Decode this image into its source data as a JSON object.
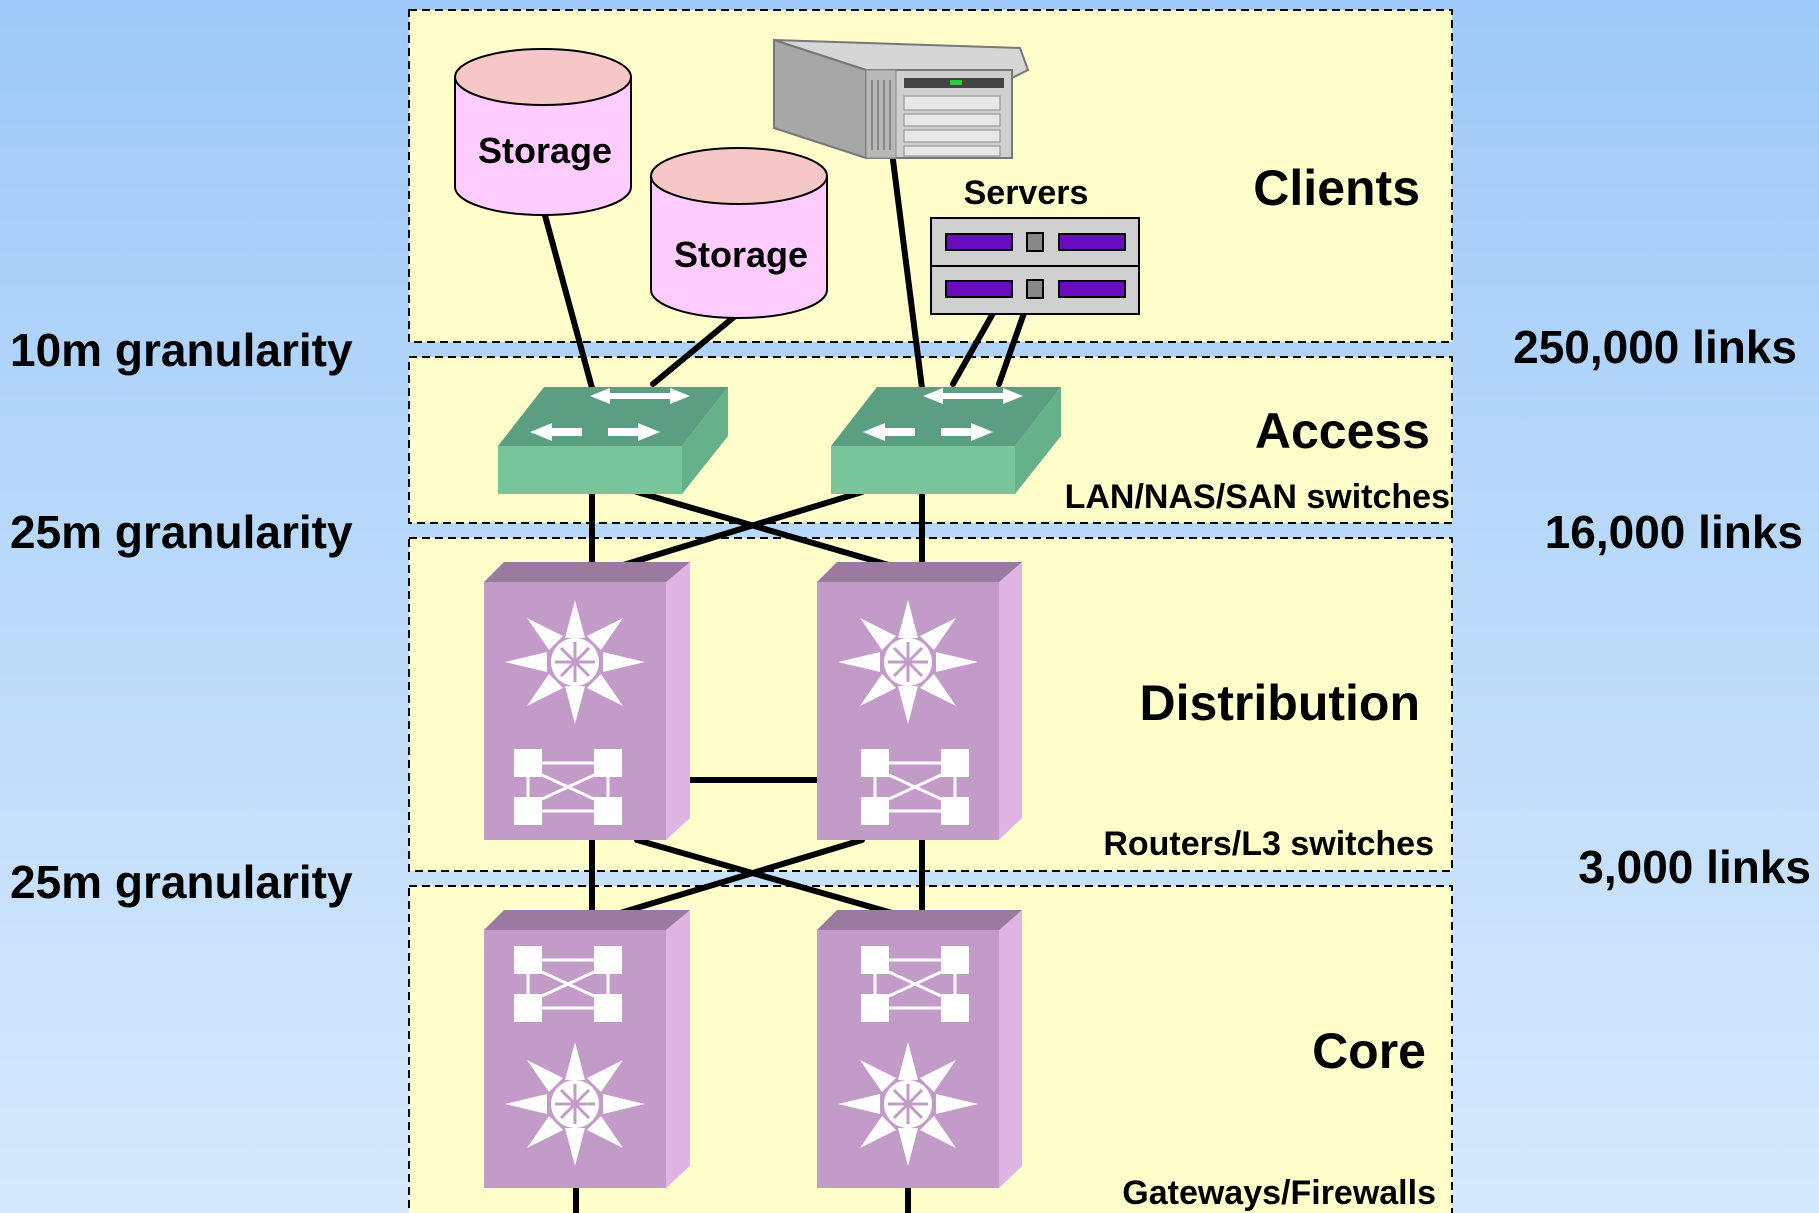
{
  "tiers": {
    "clients": {
      "title": "Clients"
    },
    "access": {
      "title": "Access",
      "subtitle": "LAN/NAS/SAN switches"
    },
    "distribution": {
      "title": "Distribution",
      "subtitle": "Routers/L3 switches"
    },
    "core": {
      "title": "Core",
      "subtitle": "Gateways/Firewalls"
    }
  },
  "devices": {
    "storage_1": "Storage",
    "storage_2": "Storage",
    "servers": "Servers"
  },
  "granularity": {
    "g1": "10m granularity",
    "g2": "25m granularity",
    "g3": "25m granularity"
  },
  "links": {
    "l1": "250,000 links",
    "l2": "16,000 links",
    "l3": "3,000 links"
  },
  "colors": {
    "tier_fill": "#ffffcc",
    "storage_top": "#f7c7c7",
    "storage_body": "#ffccff",
    "switch_top": "#5c9e82",
    "switch_front": "#79c69d",
    "router_front": "#c39bc8",
    "router_side": "#dfb3e2",
    "router_top": "#9a7a9e",
    "server_slot": "#6a0dbf"
  }
}
